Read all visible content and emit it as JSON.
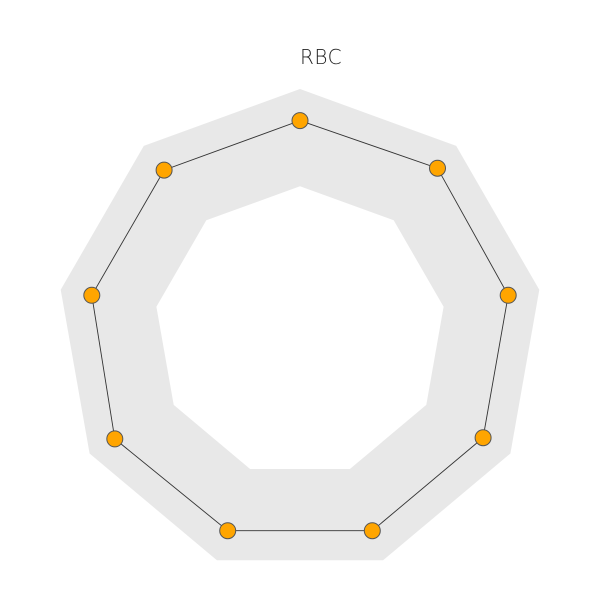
{
  "chart_data": {
    "type": "radar",
    "title": "RBC",
    "axes_count": 9,
    "series": [
      {
        "values": [
          0.87,
          0.88,
          0.87,
          0.87,
          0.87,
          0.87,
          0.88,
          0.87,
          0.87
        ]
      }
    ],
    "band": {
      "range": [
        0.6,
        1.0
      ]
    },
    "colors": {
      "band": "#e8e8e8",
      "line": "#333333",
      "marker_fill": "#ffa500",
      "marker_stroke": "#555555"
    }
  }
}
